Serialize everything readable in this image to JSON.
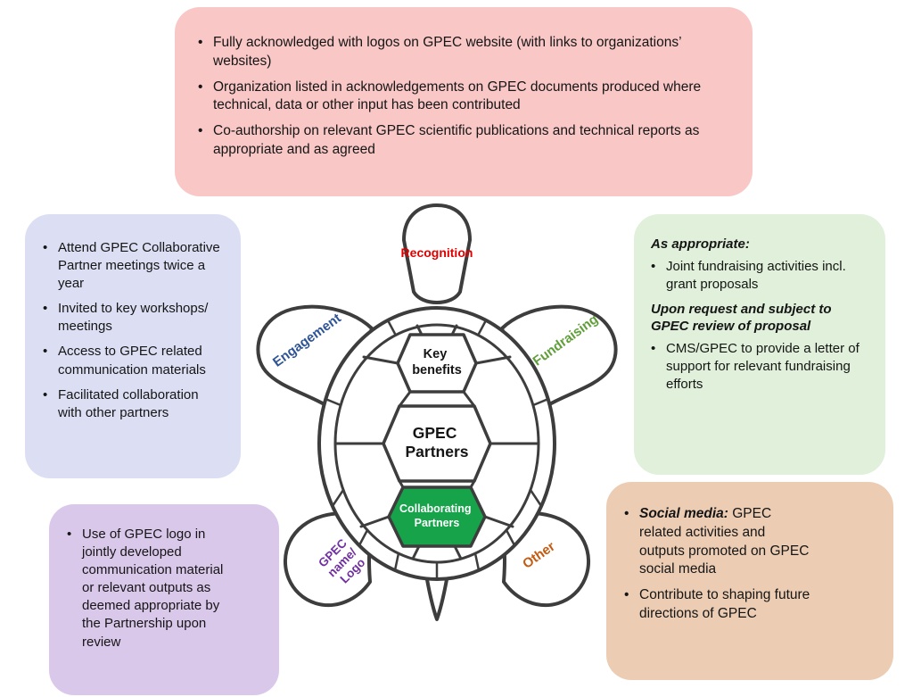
{
  "turtle": {
    "head_label": "Recognition",
    "flippers": {
      "front_left": {
        "label": "Engagement",
        "color": "#2e5496"
      },
      "front_right": {
        "label": "Fundraising",
        "color": "#5f9e3a"
      },
      "rear_left": {
        "label_line1": "GPEC",
        "label_line2": "name/",
        "label_line3": "Logo",
        "color": "#7030a0"
      },
      "rear_right": {
        "label": "Other",
        "color": "#c55a11"
      }
    },
    "shell": {
      "top_hex_line1": "Key",
      "top_hex_line2": "benefits",
      "center_hex_line1": "GPEC",
      "center_hex_line2": "Partners",
      "bottom_hex_line1": "Collaborating",
      "bottom_hex_line2": "Partners"
    },
    "colors": {
      "outline": "#3d3d3d",
      "head_label": "#e00000",
      "bottom_hex_fill": "#16a34a",
      "bottom_hex_text": "#ffffff"
    }
  },
  "boxes": {
    "recognition": {
      "bg": "#f9c7c6",
      "items": [
        "Fully acknowledged with logos on GPEC website (with links to organizations’ websites)",
        "Organization listed in acknowledgements on GPEC documents produced where technical, data or other input has been contributed",
        "Co-authorship on relevant GPEC scientific publications and technical reports as appropriate and as agreed"
      ]
    },
    "engagement": {
      "bg": "#dcdff3",
      "items": [
        "Attend GPEC Collaborative Partner meetings twice a year",
        "Invited to key workshops/ meetings",
        "Access to GPEC related communication materials",
        "Facilitated collaboration with other partners"
      ]
    },
    "fundraising": {
      "bg": "#e0f0da",
      "note1": "As appropriate:",
      "item1": "Joint fundraising activities incl. grant proposals",
      "note2": "Upon request and subject to GPEC review of proposal",
      "item2": "CMS/GPEC to provide a letter of support for relevant fundraising efforts"
    },
    "gpec_logo": {
      "bg": "#dac8eb",
      "items": [
        "Use of GPEC logo in jointly developed communication material or relevant outputs as deemed appropriate by the Partnership upon review"
      ]
    },
    "other": {
      "bg": "#eccdb4",
      "item1_lead": "Social media:",
      "item1_rest": "GPEC related activities and outputs promoted on GPEC social media",
      "item2": "Contribute to shaping future directions of GPEC"
    }
  }
}
